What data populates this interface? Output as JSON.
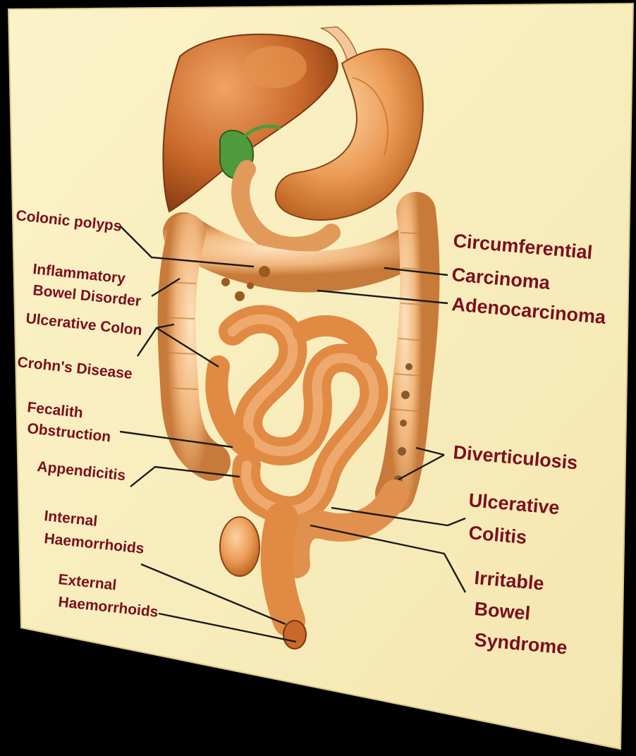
{
  "labels": {
    "colonic_polyps": "Colonic polyps",
    "inflammatory_1": "Inflammatory",
    "inflammatory_2": "Bowel Disorder",
    "ulcerative_colon": "Ulcerative Colon",
    "crohns": "Crohn's Disease",
    "fecalith_1": "Fecalith",
    "fecalith_2": "Obstruction",
    "appendicitis": "Appendicitis",
    "internal_1": "Internal",
    "internal_2": "Haemorrhoids",
    "external_1": "External",
    "external_2": "Haemorrhoids",
    "circumferential": "Circumferential",
    "carcinoma": "Carcinoma",
    "adenocarcinoma": "Adenocarcinoma",
    "diverticulosis": "Diverticulosis",
    "ulcerative_colitis_1": "Ulcerative",
    "ulcerative_colitis_2": "Colitis",
    "ibs_1": "Irritable",
    "ibs_2": "Bowel",
    "ibs_3": "Syndrome"
  },
  "colors": {
    "panel": "#f9efbf",
    "label_text": "#7a0f1e",
    "organ_base": "#e8974e",
    "organ_dark": "#b55a1f",
    "liver": "#c8682a",
    "gallbladder": "#4f9a3c",
    "background": "#000000"
  }
}
